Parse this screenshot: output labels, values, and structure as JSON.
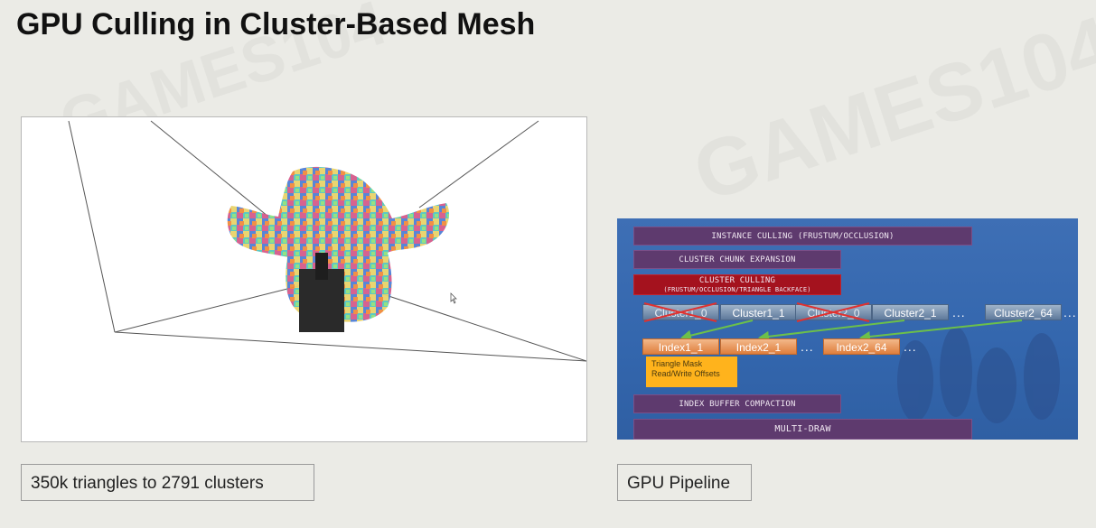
{
  "slide": {
    "title": "GPU Culling in Cluster-Based Mesh",
    "watermark": "GAMES104"
  },
  "left_panel": {
    "caption": "350k triangles to 2791 clusters"
  },
  "right_panel": {
    "caption": "GPU Pipeline",
    "stages": {
      "instance_culling": "INSTANCE CULLING (FRUSTUM/OCCLUSION)",
      "cluster_chunk_expansion": "CLUSTER CHUNK EXPANSION",
      "cluster_culling": "CLUSTER CULLING",
      "cluster_culling_sub": "(FRUSTUM/OCCLUSION/TRIANGLE BACKFACE)",
      "index_buffer_compaction": "INDEX BUFFER COMPACTION",
      "multi_draw": "MULTI-DRAW"
    },
    "clusters": [
      "Cluster1_0",
      "Cluster1_1",
      "Cluster2_0",
      "Cluster2_1",
      "Cluster2_64"
    ],
    "culled_clusters": [
      "Cluster1_0",
      "Cluster2_0"
    ],
    "indices": [
      "Index1_1",
      "Index2_1",
      "Index2_64"
    ],
    "ellipsis": "...",
    "note": {
      "line1": "Triangle Mask",
      "line2": "Read/Write Offsets"
    }
  },
  "colors": {
    "pipeline_bg": "#3366ad",
    "stage_purple": "#5e3a6e",
    "stage_red": "#a4121e",
    "cluster_blue": "#7a93b3",
    "index_orange": "#e8925a",
    "note_yellow": "#ffb31c",
    "cull_cross": "#e0312f",
    "arrow_green": "#6cc04a"
  }
}
